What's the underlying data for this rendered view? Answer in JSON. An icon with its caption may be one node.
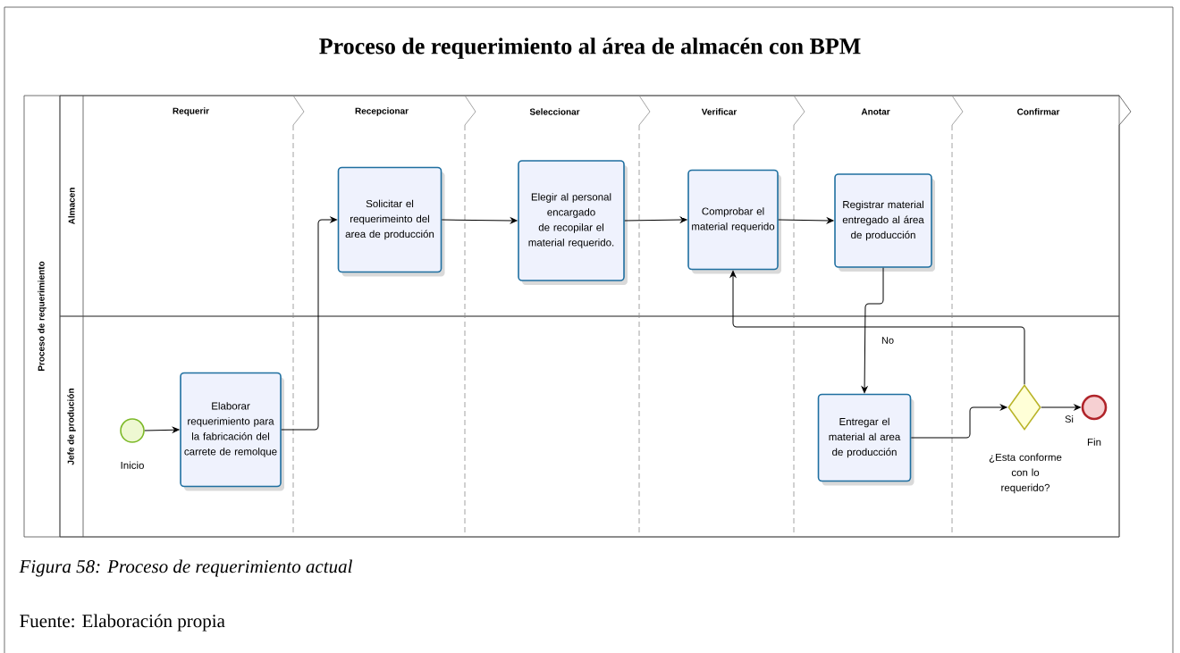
{
  "diagram": {
    "title": "Proceso de requerimiento al área de almacén con BPM",
    "caption": "Figura 58: Proceso de requerimiento actual",
    "nodes": [
      {
        "text": [
          "Proceso de requerimiento"
        ]
      },
      {
        "text": [
          "Almacen"
        ],
        "in": 0
      },
      {
        "text": [
          "Jefe de produción"
        ],
        "in": 0
      },
      {
        "text": [
          "Requerir"
        ],
        "in": 1
      },
      {
        "text": [
          "Recepcionar"
        ],
        "in": 1
      },
      {
        "text": [
          "Seleccionar"
        ],
        "in": 1
      },
      {
        "text": [
          "Verificar"
        ],
        "in": 1
      },
      {
        "text": [
          "Anotar"
        ],
        "in": 1
      },
      {
        "text": [
          "Confirmar"
        ],
        "in": 1
      },
      {
        "text": [],
        "shape": "circle",
        "beside": [
          "Inicio"
        ],
        "in": 2
      },
      {
        "text": [
          "Elaborar requerimiento para la fabricación del carrete de remolque"
        ],
        "in": 2
      },
      {
        "text": [
          "Solicitar el requerimeinto del area de producción"
        ],
        "in": 1
      },
      {
        "text": [
          "Elegir al personal encargado de recopilar el material requerido."
        ],
        "in": 1
      },
      {
        "text": [
          "Comprobar el material requerido"
        ],
        "in": 1
      },
      {
        "text": [
          "Registrar material entregado al área de producción"
        ],
        "in": 1
      },
      {
        "text": [
          "Entregar el material al area de producción"
        ],
        "in": 2
      },
      {
        "text": [],
        "shape": "diamond",
        "beside": [
          "¿Esta conforme con lo requerido?"
        ],
        "in": 2
      },
      {
        "text": [],
        "shape": "circle",
        "beside": [
          "Fin"
        ],
        "in": 2
      }
    ],
    "edges": [
      {
        "from": 9,
        "to": 10,
        "arrow": "to"
      },
      {
        "from": 10,
        "to": 11,
        "arrow": "to"
      },
      {
        "from": 11,
        "to": 12,
        "arrow": "to"
      },
      {
        "from": 12,
        "to": 13,
        "arrow": "to"
      },
      {
        "from": 13,
        "to": 14,
        "arrow": "to"
      },
      {
        "from": 14,
        "to": 15,
        "arrow": "to"
      },
      {
        "from": 15,
        "to": 16,
        "arrow": "to"
      },
      {
        "from": 16,
        "to": 13,
        "arrow": "to",
        "label": "No"
      },
      {
        "from": 16,
        "to": 17,
        "arrow": "to",
        "label": "Si"
      }
    ],
    "labels": [
      "Fuente: Elaboración propia"
    ]
  }
}
